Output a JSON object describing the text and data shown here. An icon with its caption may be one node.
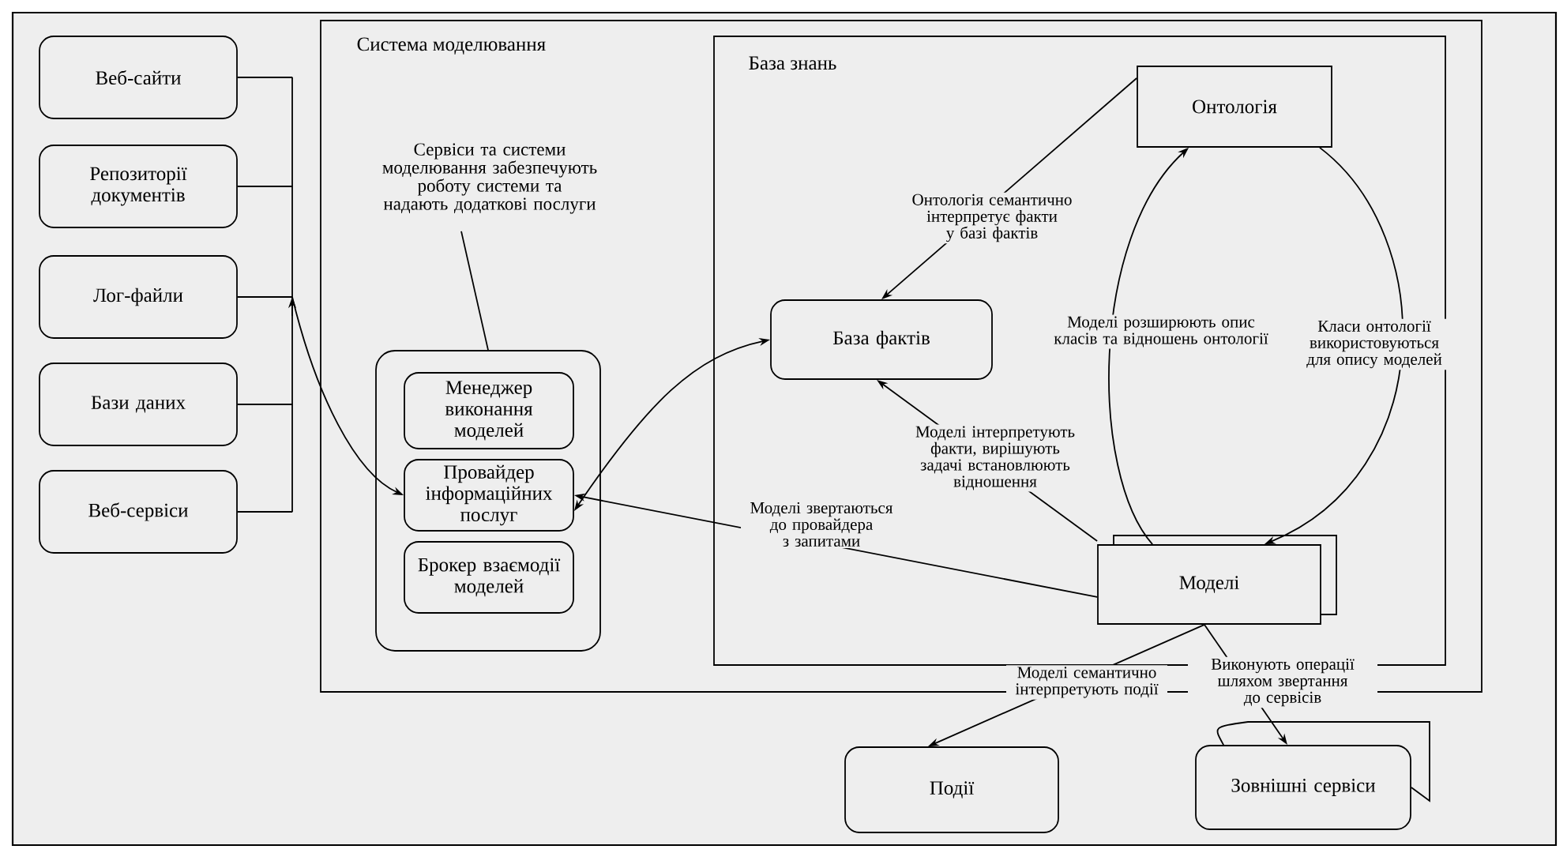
{
  "diagram": {
    "nodes": [
      {
        "text": [
          "Система моделювання"
        ]
      },
      {
        "text": [
          "База знань"
        ],
        "in": 0
      },
      {
        "text": [
          "Веб-сайти"
        ]
      },
      {
        "text": [
          "Репозиторії документів"
        ]
      },
      {
        "text": [
          "Лог-файли"
        ]
      },
      {
        "text": [
          "Бази даних"
        ]
      },
      {
        "text": [
          "Веб-сервіси"
        ]
      },
      {
        "text": [],
        "shape": "box",
        "in": 0
      },
      {
        "text": [
          "Менеджер виконання моделей"
        ],
        "in": 7
      },
      {
        "text": [
          "Провайдер інформаційних послуг"
        ],
        "in": 7
      },
      {
        "text": [
          "Брокер взаємодії моделей"
        ],
        "in": 7
      },
      {
        "text": [
          "Сервіси та системи моделювання забезпечують роботу системи та надають додаткові послуги"
        ],
        "in": 0
      },
      {
        "text": [
          "Онтологія"
        ],
        "in": 1
      },
      {
        "text": [
          "База фактів"
        ],
        "in": 1
      },
      {
        "text": [
          "Моделі"
        ],
        "in": 1
      },
      {
        "text": [
          "Події"
        ]
      },
      {
        "text": [
          "Зовнішні сервіси"
        ]
      }
    ],
    "edges": [
      {
        "from": 2,
        "to": 9,
        "arrow": "to"
      },
      {
        "from": 3,
        "to": 9,
        "arrow": "to"
      },
      {
        "from": 4,
        "to": 9,
        "arrow": "to"
      },
      {
        "from": 5,
        "to": 9,
        "arrow": "to"
      },
      {
        "from": 6,
        "to": 9,
        "arrow": "to"
      },
      {
        "from": 11,
        "to": 7,
        "arrow": "none"
      },
      {
        "from": 12,
        "to": 13,
        "arrow": "to",
        "label": "Онтологія семантично інтерпретує факти у базі фактів"
      },
      {
        "from": 14,
        "to": 12,
        "arrow": "to",
        "label": "Моделі розширюють опис класів та відношень онтології"
      },
      {
        "from": 12,
        "to": 14,
        "arrow": "to",
        "label": "Класи онтології використовуються для опису моделей"
      },
      {
        "from": 14,
        "to": 13,
        "arrow": "to",
        "label": "Моделі інтерпретують факти, вирішують задачі встановлюють відношення"
      },
      {
        "from": 14,
        "to": 9,
        "arrow": "to",
        "label": "Моделі звертаються до провайдера з запитами"
      },
      {
        "from": 9,
        "to": 13,
        "arrow": "both"
      },
      {
        "from": 14,
        "to": 15,
        "arrow": "to",
        "label": "Моделі семантично інтерпретують події"
      },
      {
        "from": 14,
        "to": 16,
        "arrow": "to",
        "label": "Виконують операції шляхом звертання до сервісів"
      },
      {
        "from": 16,
        "to": 16,
        "arrow": "none"
      }
    ]
  }
}
